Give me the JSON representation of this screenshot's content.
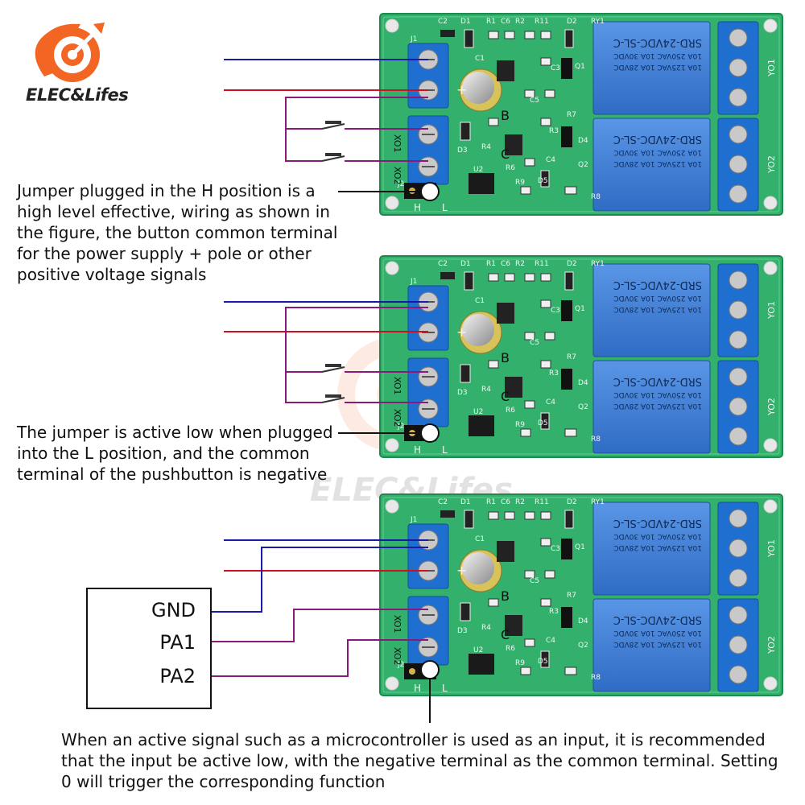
{
  "brand": {
    "logo_text": "ELEC&Lifes",
    "watermark_text": "ELEC&Lifes"
  },
  "board": {
    "relay_marking_1": "SRD-24VDC-SL-C",
    "relay_marking_2": "10A 250VAC  10A 30VDC",
    "relay_marking_3": "10A 125VAC  10A 28VDC",
    "output_labels": [
      "YO1",
      "YO2"
    ],
    "input_labels": [
      "XO1",
      "XO2"
    ],
    "jumper_positions": [
      "H",
      "L"
    ],
    "jumper_label": "J2",
    "terminal_label": "J1",
    "plus_label": "+",
    "component_labels": [
      "C2",
      "D1",
      "R1",
      "C6",
      "R2",
      "R11",
      "D2",
      "RY1",
      "C1",
      "C3",
      "Q1",
      "C5",
      "R7",
      "D3",
      "R4",
      "R6",
      "R9",
      "D5",
      "D4",
      "Q2",
      "U2",
      "C4",
      "R8",
      "R3",
      "B",
      "C"
    ]
  },
  "descriptions": {
    "panel1": "Jumper plugged in the H position is a high level effective, wiring as shown in the figure, the button common terminal for the power supply + pole or other positive voltage signals",
    "panel2": "The jumper is active low when plugged into the L position, and the common terminal of the pushbutton is negative",
    "panel3": "When an active signal such as a microcontroller is used as an input, it is recommended that the input be active low, with the negative terminal as the common terminal. Setting 0 will trigger the corresponding function"
  },
  "mcu": {
    "pins": [
      "GND",
      "PA1",
      "PA2"
    ]
  },
  "colors": {
    "pcb_green": "#2fae6a",
    "relay_blue": "#3f7fd6",
    "terminal_blue": "#1f6fd0",
    "wire_blue": "#1a1aa8",
    "wire_red": "#cc1020",
    "wire_purple": "#8a1a7a",
    "logo_orange": "#f26522"
  }
}
